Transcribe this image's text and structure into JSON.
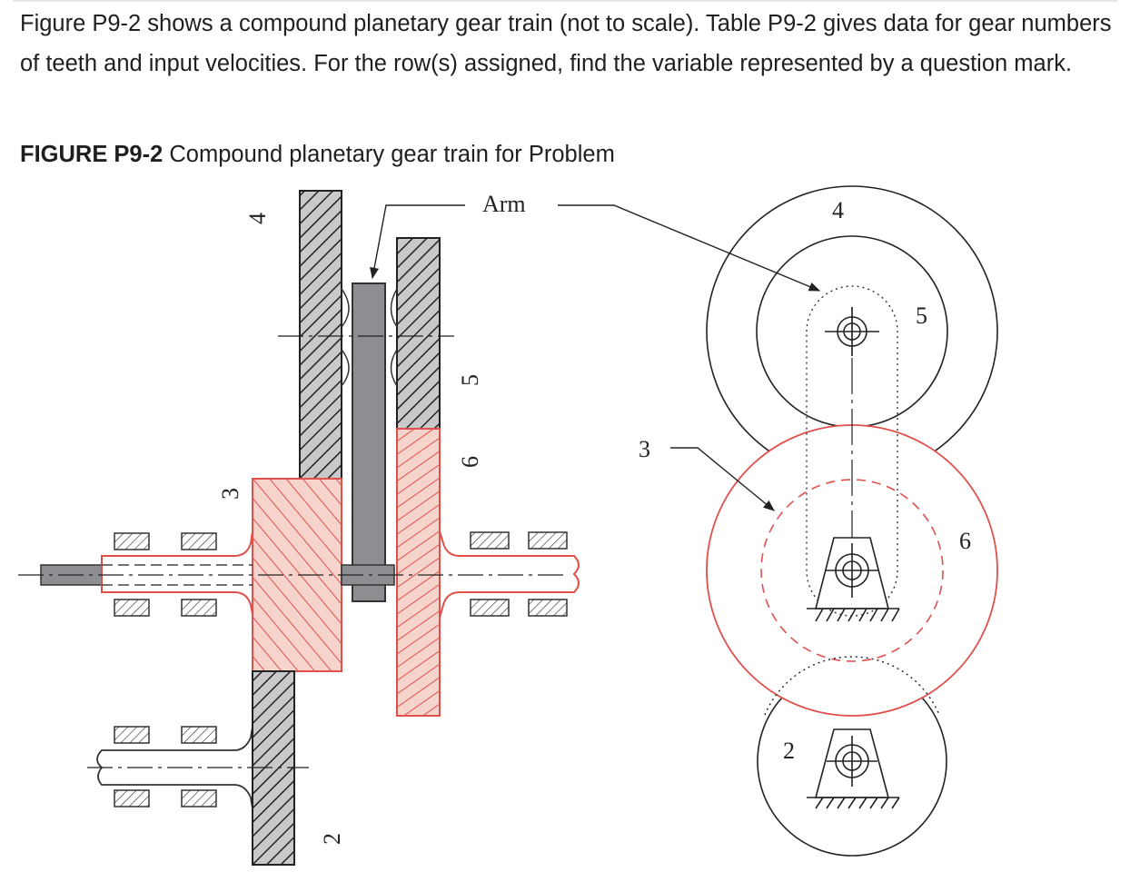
{
  "problem_text": "Figure P9-2 shows a compound planetary gear train (not to scale). Table P9-2 gives data for gear numbers of teeth and input velocities. For the row(s) assigned, find the variable represented by a question mark.",
  "caption": {
    "id": "FIGURE P9-2",
    "text": "Compound planetary gear train for Problem"
  },
  "labels": {
    "arm": "Arm",
    "gear2": "2",
    "gear3": "3",
    "gear4": "4",
    "gear5": "5",
    "gear6": "6"
  },
  "colors": {
    "red": "#e0504d",
    "red_fill": "#f6d3cb",
    "gray_fill": "#c9c9cb",
    "dark_gray": "#8d8e91",
    "ink": "#222222"
  }
}
